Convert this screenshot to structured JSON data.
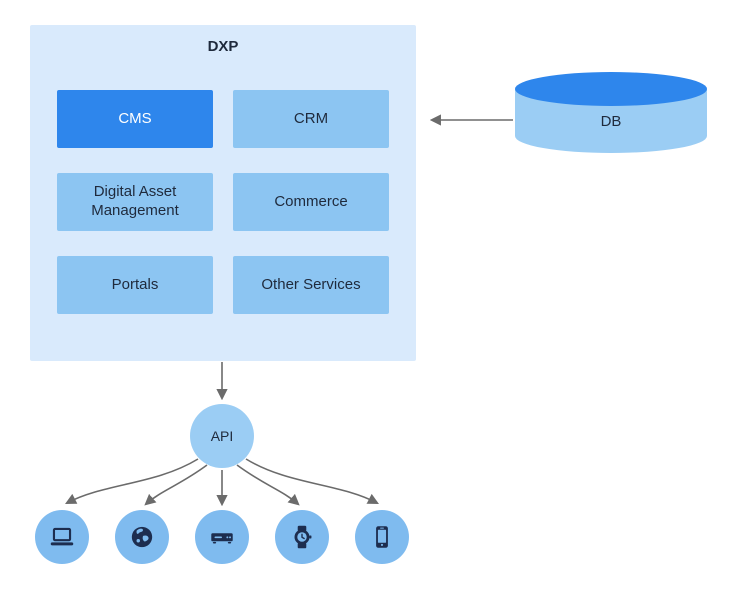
{
  "colors": {
    "container_bg": "#d9eafc",
    "accent_blue": "#2e86ec",
    "module_bg": "#8cc5f2",
    "api_circle_bg": "#9bcdf4",
    "device_circle_bg": "#7fbbef",
    "icon_navy": "#1d2d4f",
    "arrow_gray": "#6b6b6b",
    "text_dark": "#1f2a3c",
    "text_light": "#ffffff"
  },
  "dxp": {
    "title": "DXP",
    "modules": [
      {
        "label": "CMS",
        "highlighted": true
      },
      {
        "label": "CRM",
        "highlighted": false
      },
      {
        "label": "Digital Asset Management",
        "highlighted": false
      },
      {
        "label": "Commerce",
        "highlighted": false
      },
      {
        "label": "Portals",
        "highlighted": false
      },
      {
        "label": "Other Services",
        "highlighted": false
      }
    ]
  },
  "db": {
    "label": "DB"
  },
  "api": {
    "label": "API"
  },
  "devices": [
    {
      "name": "laptop",
      "icon": "laptop-icon"
    },
    {
      "name": "globe",
      "icon": "globe-icon"
    },
    {
      "name": "set-top-box",
      "icon": "set-top-box-icon"
    },
    {
      "name": "smartwatch",
      "icon": "smartwatch-icon"
    },
    {
      "name": "smartphone",
      "icon": "smartphone-icon"
    }
  ]
}
